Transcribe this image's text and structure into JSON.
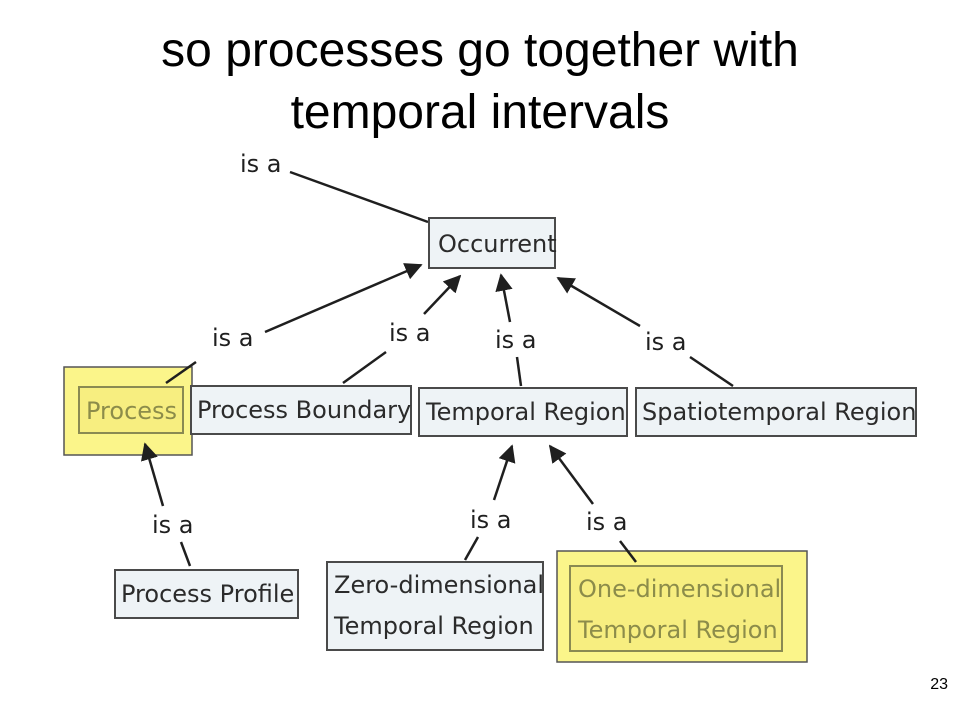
{
  "slide": {
    "title_line1": "so processes go together with",
    "title_line2": "temporal intervals",
    "page_number": "23"
  },
  "diagram": {
    "nodes": {
      "occurrent": "Occurrent",
      "process": "Process",
      "process_boundary": "Process Boundary",
      "temporal_region": "Temporal Region",
      "spatiotemporal_region": "Spatiotemporal Region",
      "process_profile": "Process Profile",
      "zero_dim_line1": "Zero-dimensional",
      "zero_dim_line2": "Temporal Region",
      "one_dim_line1": "One-dimensional",
      "one_dim_line2": "Temporal Region"
    },
    "edge_label": "is a",
    "highlighted_nodes": [
      "Process",
      "One-dimensional Temporal Region"
    ],
    "highlight_color": "#fbf58a"
  }
}
